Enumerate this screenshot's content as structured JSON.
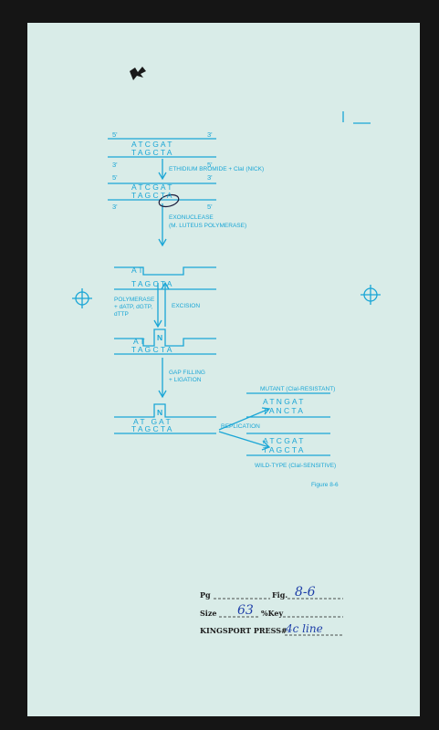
{
  "diagram": {
    "step1": {
      "five_prime": "5'",
      "three_prime": "3'",
      "top_seq": "A T C G A T",
      "bottom_seq": "T A G C T A",
      "three_prime_left": "3'",
      "five_prime_right": "5'"
    },
    "arrow1_label": "ETHIDIUM BROMIDE + ClaI (NICK)",
    "step2": {
      "five_prime": "5'",
      "three_prime": "3'",
      "top_seq": "A T C G A T",
      "bottom_seq": "T A G C T A",
      "three_prime_left": "3'",
      "five_prime_right": "5'"
    },
    "arrow2_label_line1": "EXONUCLEASE",
    "arrow2_label_line2": "(M. LUTEUS POLYMERASE)",
    "step3": {
      "top_seq": "A T",
      "bottom_seq": "T A G C T A"
    },
    "polymerase_line1": "POLYMERASE",
    "polymerase_line2": "+ dATP, dGTP,",
    "polymerase_line3": "dTTP",
    "excision_label": "EXCISION",
    "step4": {
      "top_seq": "A T",
      "n_base": "N",
      "bottom_seq": "T A G C T A"
    },
    "arrow4_label_line1": "GAP FILLING",
    "arrow4_label_line2": "+ LIGATION",
    "step5": {
      "top_seq": "A T   G A T",
      "n_base": "N",
      "bottom_seq": "T A G C T A"
    },
    "replication_label": "REPLICATION",
    "mutant_label": "MUTANT (ClaI-RESISTANT)",
    "mutant_top": "A T N G A T",
    "mutant_bottom": "T A N C T A",
    "wildtype_top": "A T C G A T",
    "wildtype_bottom": "T A G C T A",
    "wildtype_label": "WILD-TYPE (ClaI-SENSITIVE)",
    "figure_caption": "Figure 8-6"
  },
  "form": {
    "pg_label": "Pg",
    "fig_label": "Fig.",
    "fig_value": "8-6",
    "size_label": "Size",
    "size_value": "63",
    "key_label": "%Key",
    "press_label": "KINGSPORT PRESS#",
    "press_value": "4c line"
  },
  "colors": {
    "diagram_blue": "#1aa6d6",
    "paper": "#d9ece8",
    "background": "#151515",
    "ink": "#1e3fa8"
  }
}
